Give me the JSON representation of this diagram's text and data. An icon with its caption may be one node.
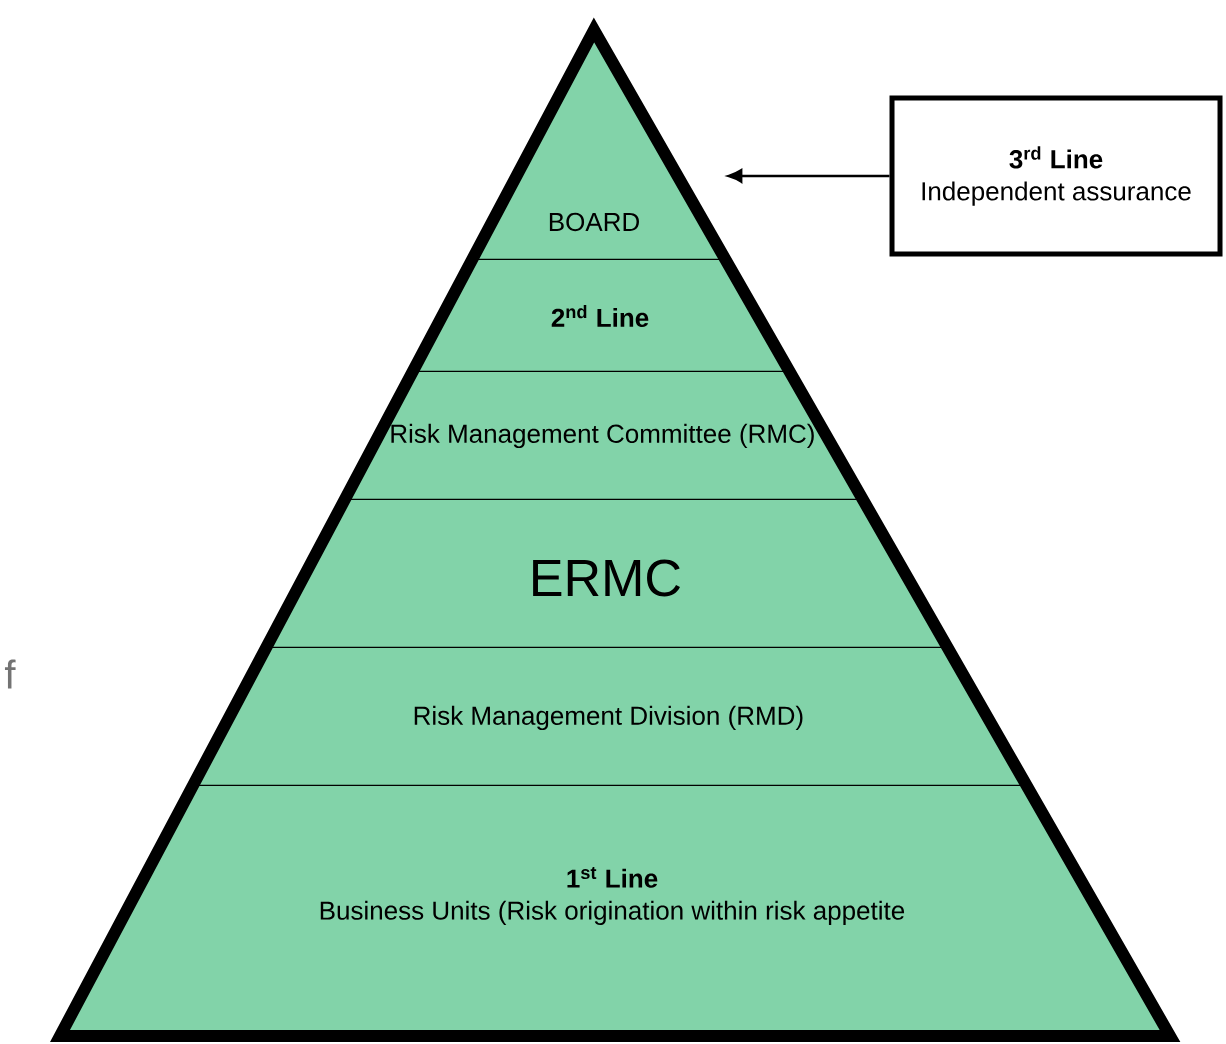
{
  "diagram": {
    "nodes": [
      {
        "text": [
          "BOARD"
        ]
      },
      {
        "text": [
          "2$^{nd}$ Line"
        ]
      },
      {
        "text": [
          "Risk Management Committee (RMC)"
        ]
      },
      {
        "text": [
          "ERMC"
        ]
      },
      {
        "text": [
          "Risk Management Division (RMD)"
        ]
      },
      {
        "text": [
          "1$^{st}$ Line",
          "Business Units (Risk origination within risk appetite"
        ]
      },
      {
        "text": [
          "3$^{rd}$ Line",
          "Independent assurance"
        ]
      }
    ],
    "edges": [
      {
        "from": 6,
        "to": 0,
        "arrow": "to"
      }
    ],
    "labels": [
      "f"
    ]
  }
}
